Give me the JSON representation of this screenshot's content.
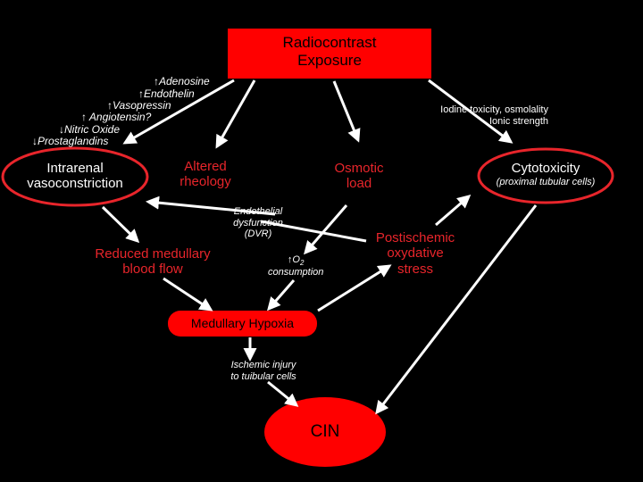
{
  "colors": {
    "background": "#000000",
    "box_red": "#ff0000",
    "arrow": "#ffffff",
    "highlight_ring": "#e8252b"
  },
  "diagram": {
    "top_box": "Radiocontrast\nExposure",
    "mediators": [
      "↑Adenosine",
      "↑Endothelin",
      "↑Vasopressin",
      "↑ Angiotensin?",
      "↓Nitric Oxide",
      "↓Prostaglandins"
    ],
    "iodine_note": "Iodine toxicity, osmolality\nIonic strength",
    "vasoconstriction": "Intrarenal\nvasoconstriction",
    "rheology": "Altered\nrheology",
    "osmotic": "Osmotic\nload",
    "cytotoxicity_title": "Cytotoxicity",
    "cytotoxicity_sub": "(proximal tubular cells)",
    "endothelial": "Endothelial\ndysfunction\n(DVR)",
    "medullary_flow": "Reduced medullary\nblood flow",
    "o2_prefix": "↑O",
    "o2_sub": "2",
    "o2_suffix": "consumption",
    "postischemic": "Postischemic\noxydative\nstress",
    "hypoxia": "Medullary Hypoxia",
    "ischemic_injury": "Ischemic injury\nto tuibular cells",
    "cin": "CIN"
  }
}
